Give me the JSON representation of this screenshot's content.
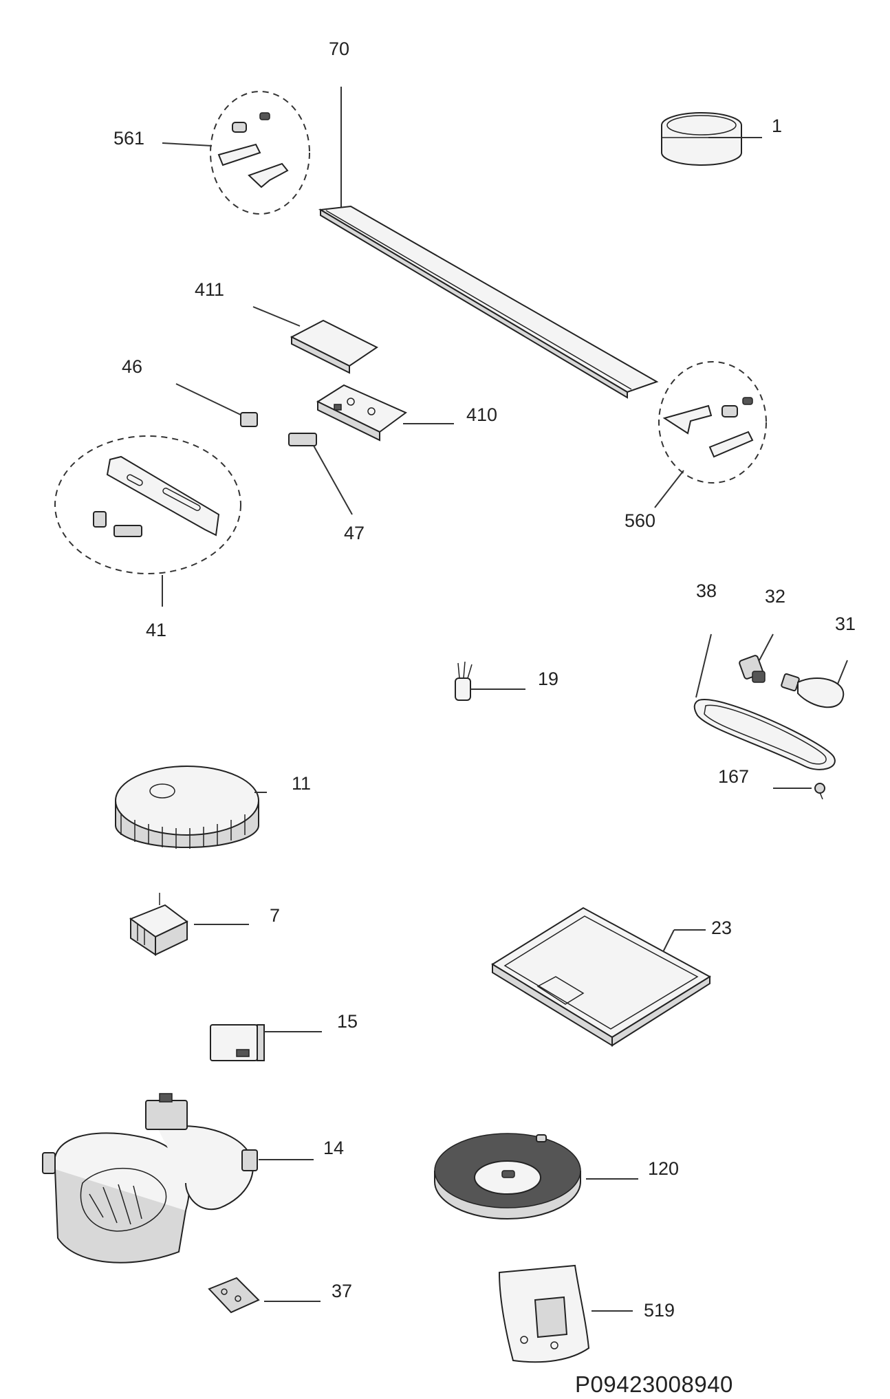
{
  "diagram": {
    "drawing_code": "P09423008940",
    "parts": [
      {
        "id": "p1",
        "label": "1"
      },
      {
        "id": "p70",
        "label": "70"
      },
      {
        "id": "p561",
        "label": "561"
      },
      {
        "id": "p411",
        "label": "411"
      },
      {
        "id": "p46",
        "label": "46"
      },
      {
        "id": "p410",
        "label": "410"
      },
      {
        "id": "p47",
        "label": "47"
      },
      {
        "id": "p41",
        "label": "41"
      },
      {
        "id": "p560",
        "label": "560"
      },
      {
        "id": "p38",
        "label": "38"
      },
      {
        "id": "p32",
        "label": "32"
      },
      {
        "id": "p31",
        "label": "31"
      },
      {
        "id": "p19",
        "label": "19"
      },
      {
        "id": "p167",
        "label": "167"
      },
      {
        "id": "p11",
        "label": "11"
      },
      {
        "id": "p7",
        "label": "7"
      },
      {
        "id": "p23",
        "label": "23"
      },
      {
        "id": "p15",
        "label": "15"
      },
      {
        "id": "p14",
        "label": "14"
      },
      {
        "id": "p120",
        "label": "120"
      },
      {
        "id": "p37",
        "label": "37"
      },
      {
        "id": "p519",
        "label": "519"
      }
    ]
  }
}
